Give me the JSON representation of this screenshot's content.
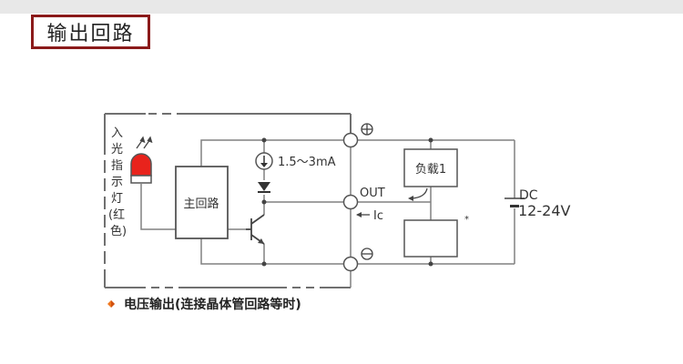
{
  "title": "输出回路",
  "diagram": {
    "indicator_label": [
      "入",
      "光",
      "指",
      "示",
      "灯",
      "(红",
      "色)"
    ],
    "main_circuit_label": "主回路",
    "current_source_label": "1.5～3mA",
    "out_label": "OUT",
    "ic_label": "Ic",
    "plus_symbol": "⊕",
    "minus_symbol": "⊖",
    "load1_label": "负载1",
    "load2_marker": "*",
    "supply_type": "DC",
    "supply_voltage": "12-24V",
    "colors": {
      "line": "#808080",
      "led_red": "#e8231c",
      "title_border": "#8b1a1a",
      "bullet_orange": "#f07820"
    }
  },
  "footnote": "电压输出(连接晶体管回路等时)"
}
